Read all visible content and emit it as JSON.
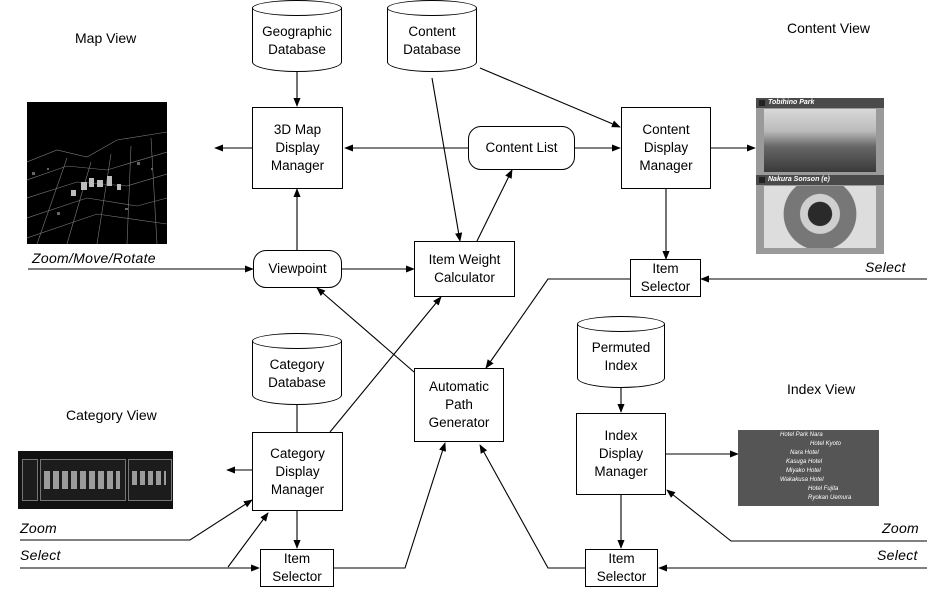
{
  "views": {
    "map": "Map View",
    "content": "Content View",
    "category": "Category View",
    "index": "Index View"
  },
  "databases": {
    "geographic": "Geographic\nDatabase",
    "content": "Content\nDatabase",
    "category": "Category\nDatabase",
    "permuted": "Permuted\nIndex"
  },
  "boxes": {
    "map_manager": "3D Map\nDisplay\nManager",
    "content_list": "Content List",
    "content_manager": "Content\nDisplay\nManager",
    "viewpoint": "Viewpoint",
    "weight_calculator": "Item Weight\nCalculator",
    "content_selector": "Item\nSelector",
    "path_generator": "Automatic\nPath\nGenerator",
    "category_manager": "Category\nDisplay\nManager",
    "index_manager": "Index\nDisplay\nManager",
    "category_selector": "Item\nSelector",
    "index_selector": "Item\nSelector"
  },
  "io": {
    "zoom_move_rotate": "Zoom/Move/Rotate",
    "select_content": "Select",
    "zoom_category": "Zoom",
    "select_category": "Select",
    "zoom_index": "Zoom",
    "select_index": "Select"
  },
  "thumbnails": {
    "content_titles": [
      "Tobihino Park",
      "Nakura Sonson (e)"
    ],
    "index_entries": [
      "Hotel Park Nara",
      "Hotel Kyoto",
      "Nara Hotel",
      "Kasuga Hotel",
      "Miyako Hotel",
      "Wakakusa Hotel",
      "Hotel Fujita",
      "Ryokan Uemura"
    ]
  }
}
